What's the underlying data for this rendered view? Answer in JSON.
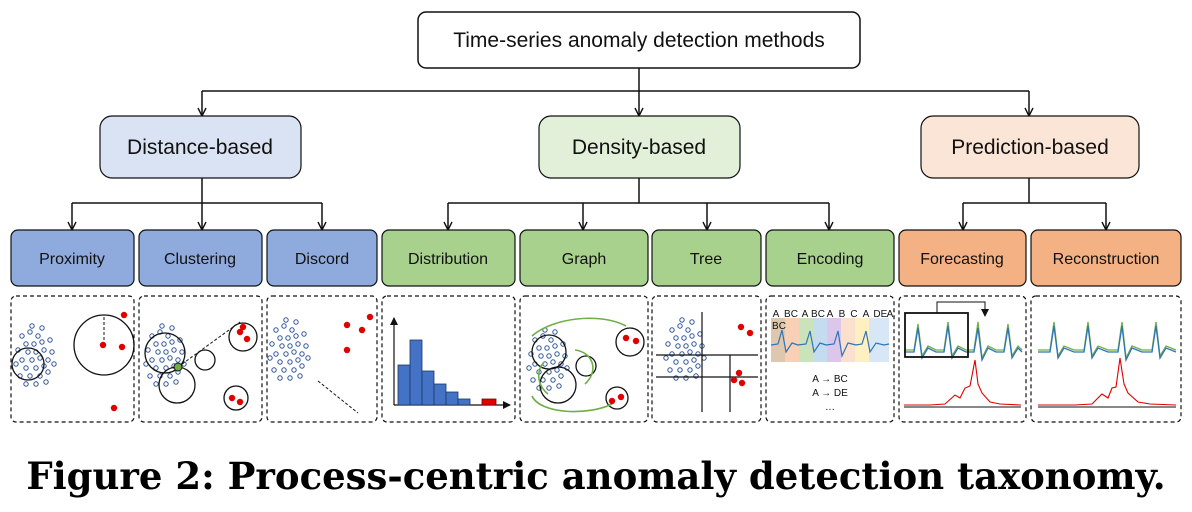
{
  "root": {
    "label": "Time-series anomaly detection methods"
  },
  "categories": [
    {
      "label": "Distance-based",
      "fill": "#dae3f3"
    },
    {
      "label": "Density-based",
      "fill": "#e2f0d9"
    },
    {
      "label": "Prediction-based",
      "fill": "#fbe5d6"
    }
  ],
  "subcategories": [
    {
      "label": "Proximity",
      "fill": "#8faadc"
    },
    {
      "label": "Clustering",
      "fill": "#8faadc"
    },
    {
      "label": "Discord",
      "fill": "#8faadc"
    },
    {
      "label": "Distribution",
      "fill": "#a9d18e"
    },
    {
      "label": "Graph",
      "fill": "#a9d18e"
    },
    {
      "label": "Tree",
      "fill": "#a9d18e"
    },
    {
      "label": "Encoding",
      "fill": "#a9d18e"
    },
    {
      "label": "Forecasting",
      "fill": "#f4b183"
    },
    {
      "label": "Reconstruction",
      "fill": "#f4b183"
    }
  ],
  "encoding_panel": {
    "letters": [
      "A",
      "BC",
      "A",
      "BC",
      "A",
      "B",
      "C",
      "A",
      "D",
      "E",
      "A"
    ],
    "row2_label": "BC",
    "rules": [
      "A →  BC",
      "A →  DE",
      "…"
    ]
  },
  "caption": "Figure 2: Process-centric anomaly detection taxonomy.",
  "colors": {
    "point": "#2f5597",
    "anomaly": "#e00000",
    "histogram": "#4472c4",
    "graph_edge": "#70ad47",
    "forecast_green": "#70ad47",
    "forecast_blue": "#2e75b6",
    "error_red": "#e00000"
  }
}
